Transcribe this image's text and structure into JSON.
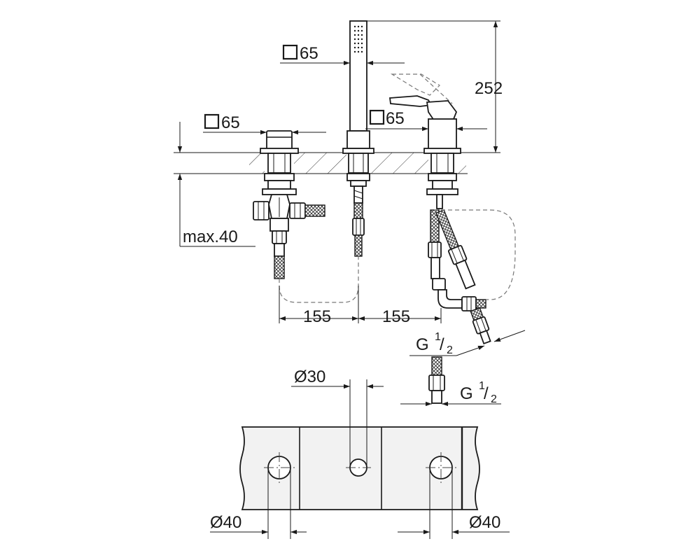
{
  "dimensions": {
    "square_mixer": "65",
    "square_shower": "65",
    "square_spout": "65",
    "height": "252",
    "max_thickness": "max.40",
    "spacing_left": "155",
    "spacing_right": "155",
    "thread_g": "G",
    "thread_num": "1",
    "thread_den": "2",
    "hole_center": "Ø30",
    "hole_left": "Ø40",
    "hole_right": "Ø40"
  }
}
